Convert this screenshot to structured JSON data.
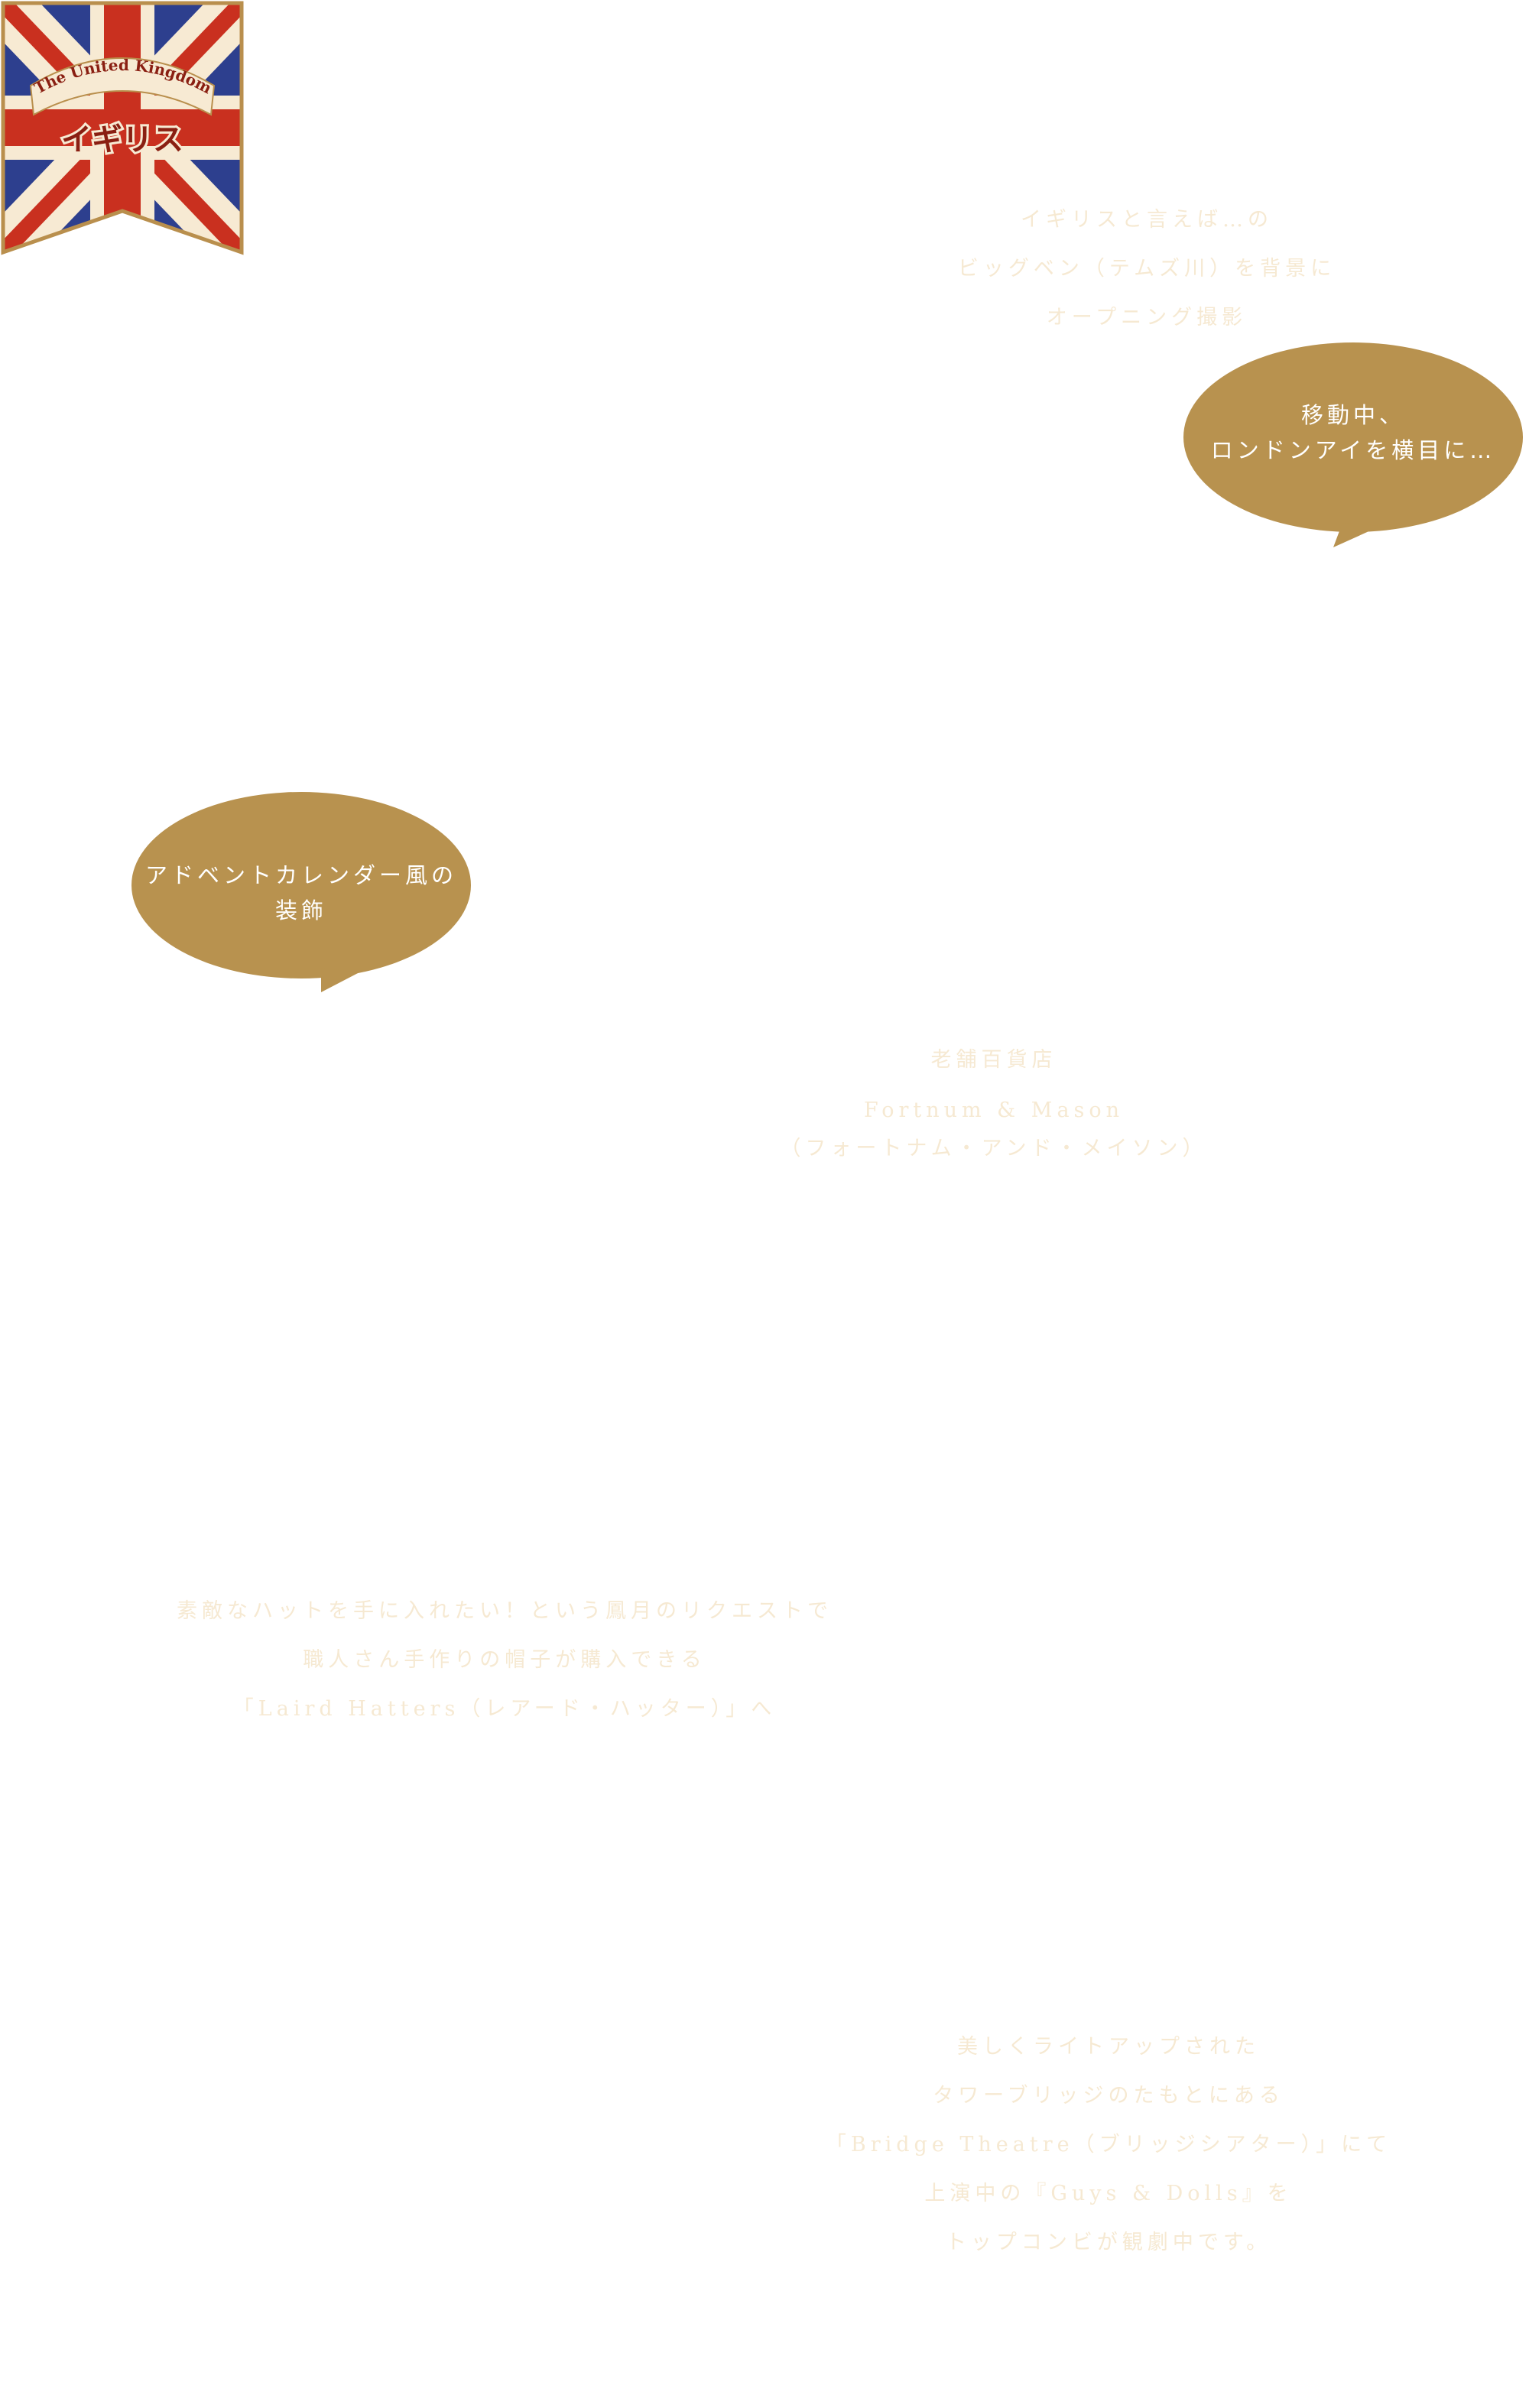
{
  "badge": {
    "title_en": "The United Kingdom",
    "title_ja": "イギリス",
    "colors": {
      "red": "#c9301f",
      "blue": "#2d3f8e",
      "cream": "#f7ead3",
      "gold": "#b98f4d",
      "text_red": "#8a1f12"
    }
  },
  "captions": {
    "opening": [
      "イギリスと言えば…の",
      "ビッグベン（テムズ川）を背景に",
      "オープニング撮影"
    ],
    "fortnum": [
      "老舗百貨店",
      "Fortnum & Mason",
      "（フォートナム・アンド・メイソン）"
    ],
    "hats": [
      "素敵なハットを手に入れたい！という鳳月のリクエストで",
      "職人さん手作りの帽子が購入できる",
      "「Laird Hatters（レアード・ハッター）」へ"
    ],
    "theatre": [
      "美しくライトアップされた",
      "タワーブリッジのたもとにある",
      "「Bridge Theatre（ブリッジシアター）」にて",
      "上演中の『Guys & Dolls』を",
      "トップコンビが観劇中です。"
    ]
  },
  "bubbles": {
    "london_eye": [
      "移動中、",
      "ロンドンアイを横目に…"
    ],
    "advent": [
      "アドベントカレンダー風の",
      "装飾"
    ]
  },
  "colors": {
    "bubble_fill": "#b8924f",
    "caption_text": "#f6e9d2",
    "background": "#ffffff"
  }
}
